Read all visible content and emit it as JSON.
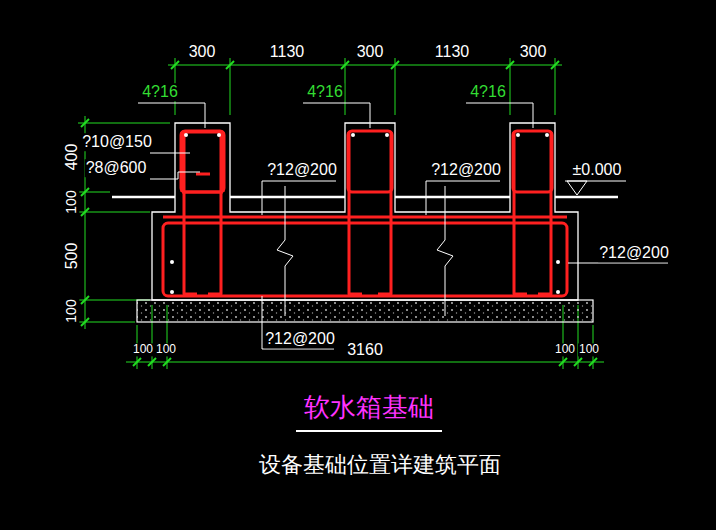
{
  "diagram": {
    "title": "软水箱基础",
    "caption": "设备基础位置详建筑平面",
    "labels": [
      "300",
      "1130",
      "300",
      "1130",
      "300",
      "4?16",
      "4?16",
      "4?16",
      "?10@150",
      "?8@600",
      "?12@200",
      "?12@200",
      "±0.000",
      "?12@200",
      "400",
      "100",
      "500",
      "100",
      "?12@200",
      "100",
      "100",
      "3160",
      "100",
      "100"
    ]
  }
}
